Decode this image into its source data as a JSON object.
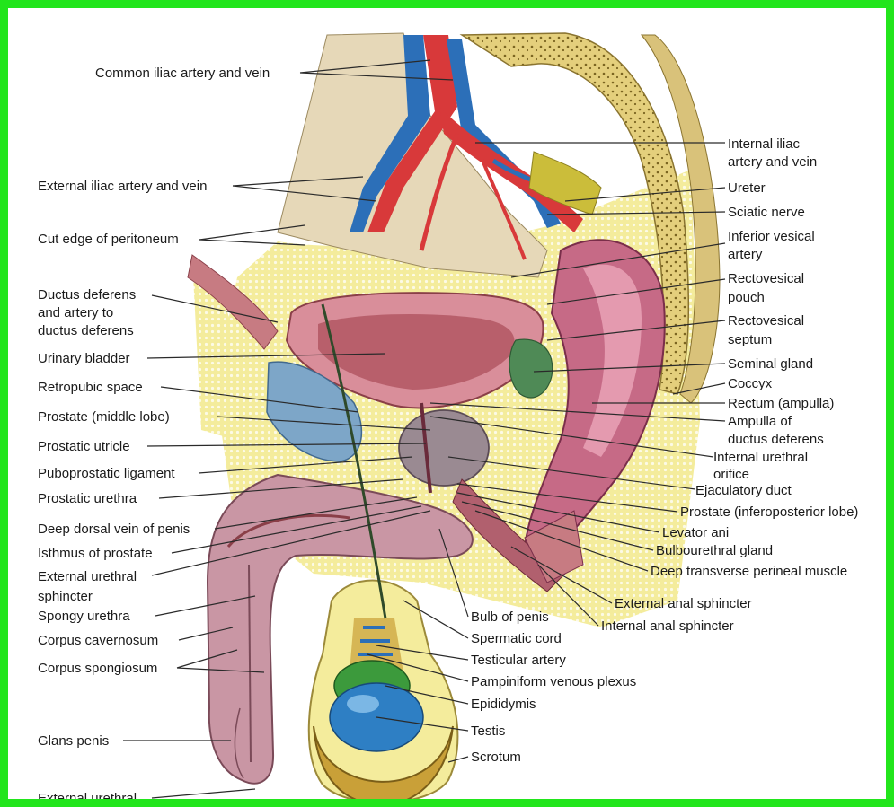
{
  "labels_left": [
    "Common iliac artery and vein",
    "External iliac artery and vein",
    "Cut edge of peritoneum",
    "Ductus deferens",
    "and artery to",
    "ductus deferens",
    "Urinary bladder",
    "Retropubic space",
    "Prostate (middle lobe)",
    "Prostatic utricle",
    "Puboprostatic ligament",
    "Prostatic urethra",
    "Deep dorsal vein of penis",
    "Isthmus of prostate",
    "External urethral",
    "sphincter",
    "Spongy urethra",
    "Corpus cavernosum",
    "Corpus spongiosum",
    "Glans penis",
    "External urethral"
  ],
  "labels_right": [
    "Internal iliac",
    "artery and vein",
    "Ureter",
    "Sciatic nerve",
    "Inferior vesical",
    "artery",
    "Rectovesical",
    "pouch",
    "Rectovesical",
    "septum",
    "Seminal gland",
    "Coccyx",
    "Rectum (ampulla)",
    "Ampulla of",
    "ductus deferens",
    "Internal urethral",
    "orifice",
    "Ejaculatory duct",
    "Prostate (inferoposterior lobe)",
    "Levator ani",
    "Bulbourethral gland",
    "Deep transverse perineal muscle",
    "External anal sphincter",
    "Internal anal sphincter"
  ],
  "labels_bottom": [
    "Bulb of penis",
    "Spermatic cord",
    "Testicular artery",
    "Pampiniform venous plexus",
    "Epididymis",
    "Testis",
    "Scrotum"
  ],
  "colors": {
    "frame": "#22e51c",
    "artery": "#d8393a",
    "vein": "#2c6fb8",
    "bone": "#e9d98a",
    "fat": "#f4ec9c",
    "muscle": "#c77b82",
    "bladder": "#d98e9a",
    "rectum": "#c66a86",
    "prostate": "#9a8a92",
    "testis": "#2e7fc4",
    "epididymis": "#3c9a3c",
    "scrotum": "#c9a038",
    "penis": "#c996a4"
  }
}
